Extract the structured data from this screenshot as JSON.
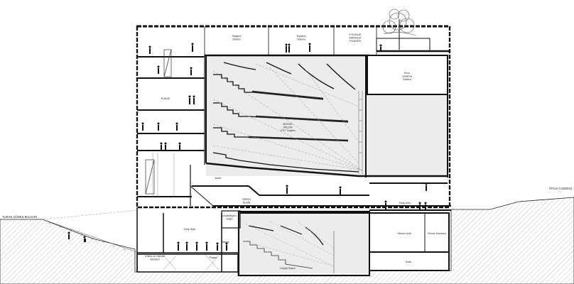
{
  "labels": {
    "street_left": "TURAN GÜNEŞ BULVARI",
    "street_right": "TİFLİS CADDESİ",
    "rooms": {
      "meeting_1": "Toplantı\nSalonu",
      "meeting_2": "Toplantı\nSalonu",
      "event_center": "ETKİNLİK\nMERKEZİ\nFUAYESİ",
      "choir": "Koro\nÇalışma\nSalonu",
      "foyer": "FUAYE",
      "main_hall": "BÜYÜK\nSALON\n2717 Seyirci",
      "antre": "Antre",
      "exhibition": "SERGİ\nALANI",
      "projection": "projeksiyon\nodası",
      "entrance_hall": "Giriş Holü",
      "stage": "Sahne",
      "small_hall": "Küçük Salon",
      "foyer_small": "Fuaye",
      "cloak": "Kültür ve Hizmet\nMerkezi",
      "service_hall": "Servis Holü",
      "service_corridor": "Servis Koridoru",
      "kulis": "Kulis",
      "entrance_hall_right": "Giriş Holü"
    }
  },
  "colors": {
    "ground_hatch": "#b5b5b5",
    "hall_fill": "#ececec",
    "line": "#111111"
  }
}
